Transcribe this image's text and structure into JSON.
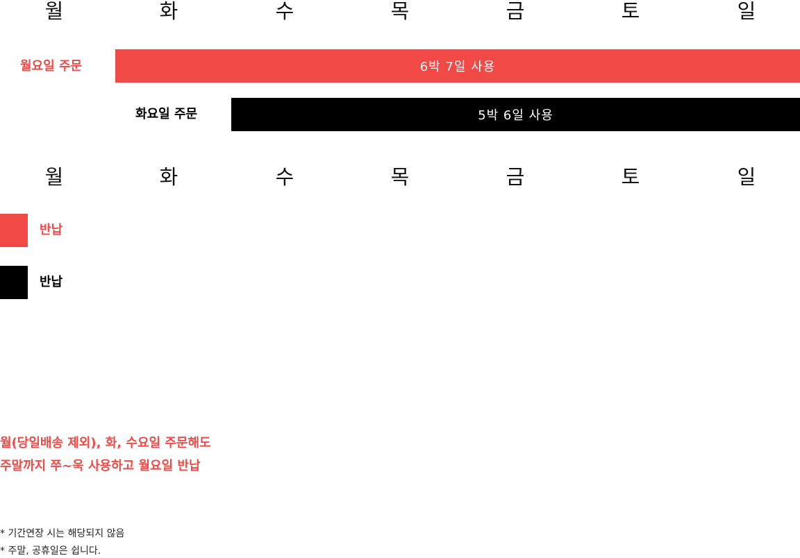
{
  "colors": {
    "accent": "#f14a46",
    "dark": "#000000"
  },
  "days": [
    "월",
    "화",
    "수",
    "목",
    "금",
    "토",
    "일"
  ],
  "monday_order": {
    "label": "월요일 주문",
    "bar": "6박 7일 사용"
  },
  "tuesday_order": {
    "label": "화요일 주문",
    "bar": "5박 6일 사용"
  },
  "legend": [
    {
      "label": "반납",
      "color": "#f14a46"
    },
    {
      "label": "반납",
      "color": "#000000"
    }
  ],
  "note": {
    "line1": "월(당일배송 제외), 화, 수요일 주문해도",
    "line2": "주말까지 쭈~욱 사용하고 월요일 반납"
  },
  "footnotes": {
    "line1": "* 기간연장 시는 해당되지 않음",
    "line2": "* 주말, 공휴일은 쉽니다."
  }
}
